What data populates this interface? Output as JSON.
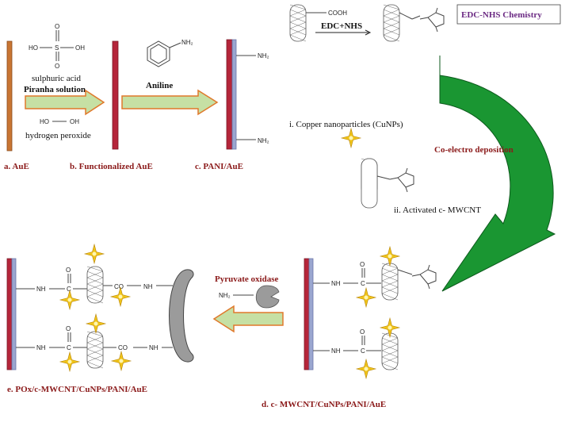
{
  "colors": {
    "electrode_gold": "#c87533",
    "electrode_red": "#b5253a",
    "pani_layer": "#9aa6cf",
    "arrow_green_fill": "#c6e0a4",
    "arrow_green_stroke": "#e0792b",
    "big_arrow_green": "#1a9632",
    "star_gold": "#f0c419",
    "label_red": "#8b1a1a",
    "edc_box_purple": "#6b2a83",
    "enzyme_gray": "#9b9b9b"
  },
  "icons": {
    "cunp": "gold-four-point-star-icon",
    "cnt": "carbon-nanotube-icon",
    "enzyme": "pyruvate-oxidase-icon"
  },
  "reagents": {
    "sulphuric_acid": "sulphuric acid",
    "piranha": "Piranha solution",
    "hydrogen_peroxide": "hydrogen peroxide",
    "aniline": "Aniline",
    "edc_nhs_arrow": "EDC+NHS",
    "edc_nhs_box": "EDC-NHS Chemistry",
    "copper": "i. Copper nanoparticles (CuNPs)",
    "co_electro": "Co-electro deposition",
    "activated_cnt": "ii. Activated c- MWCNT",
    "pyruvate_oxidase": "Pyruvate oxidase"
  },
  "chem_labels": {
    "ho": "HO",
    "oh": "OH",
    "s": "S",
    "o": "O",
    "nh2": "NH₂",
    "nh": "NH",
    "c": "C",
    "co": "CO",
    "cooh": "COOH"
  },
  "steps": {
    "a": "a. AuE",
    "b": "b. Functionalized AuE",
    "c": "c. PANI/AuE",
    "d": "d. c- MWCNT/CuNPs/PANI/AuE",
    "e": "e. POx/c-MWCNT/CuNPs/PANI/AuE"
  }
}
